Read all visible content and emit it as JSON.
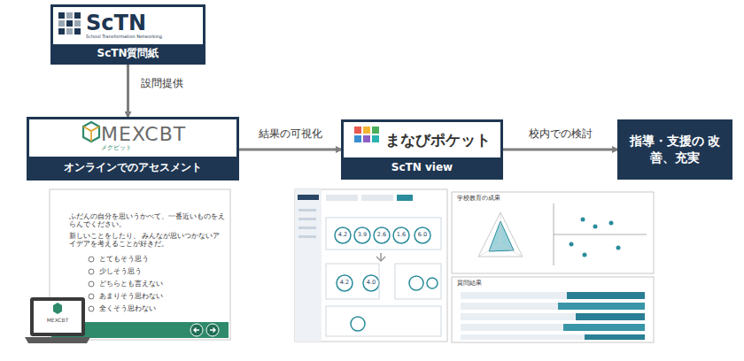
{
  "diagram": {
    "nodes": [
      {
        "text": [
          "ScTN",
          "School Transformation Networking",
          "ScTN質問紙"
        ]
      },
      {
        "text": [
          "MEXCBT",
          "メクビット",
          "オンラインでのアセスメント"
        ]
      },
      {
        "text": [
          "まなびポケット",
          "ScTN view"
        ]
      },
      {
        "text": [
          "指導・支援の 改善、充実"
        ]
      }
    ],
    "edges": [
      {
        "from": 0,
        "to": 1,
        "label": "設問提供",
        "arrow": "to"
      },
      {
        "from": 1,
        "to": 2,
        "label": "結果の可視化",
        "arrow": "to"
      },
      {
        "from": 2,
        "to": 3,
        "label": "校内での検討",
        "arrow": "to"
      }
    ],
    "labels": [
      "ふだんの自分を思いうかべて、一番近いものをえらんでください。",
      "新しいことをしたり、 みんなが思いつかないアイデアを考えることが好きだ。",
      "とてもそう思う",
      "少しそう思う",
      "どちらとも言えない",
      "あまりそう思わない",
      "全くそう思わない",
      "MEXCBT",
      "学校教育の成果",
      "質問結果",
      "4.2",
      "3.9",
      "2.6",
      "1.6",
      "6.0",
      "4.2",
      "4.0"
    ]
  }
}
